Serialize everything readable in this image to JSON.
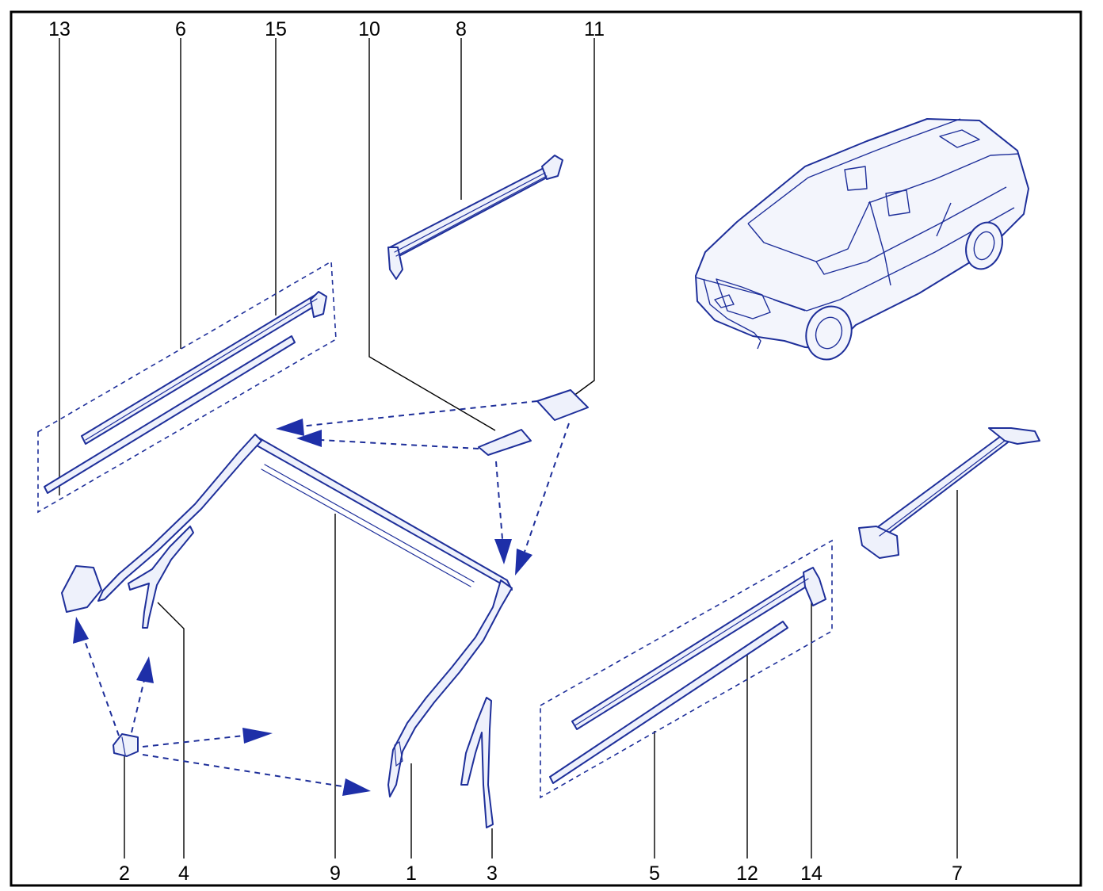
{
  "diagram": {
    "subject": "convertible-roof-seals-exploded-view",
    "callouts": [
      {
        "id": "c13",
        "label": "13"
      },
      {
        "id": "c6",
        "label": "6"
      },
      {
        "id": "c15",
        "label": "15"
      },
      {
        "id": "c10",
        "label": "10"
      },
      {
        "id": "c8",
        "label": "8"
      },
      {
        "id": "c11",
        "label": "11"
      },
      {
        "id": "c2",
        "label": "2"
      },
      {
        "id": "c4",
        "label": "4"
      },
      {
        "id": "c9",
        "label": "9"
      },
      {
        "id": "c1",
        "label": "1"
      },
      {
        "id": "c3",
        "label": "3"
      },
      {
        "id": "c5",
        "label": "5"
      },
      {
        "id": "c12",
        "label": "12"
      },
      {
        "id": "c14",
        "label": "14"
      },
      {
        "id": "c7",
        "label": "7"
      }
    ],
    "colors": {
      "line_art": "#1e2f9a",
      "arrow": "#1e2fa8",
      "frame": "#000000",
      "leader": "#000000"
    }
  }
}
